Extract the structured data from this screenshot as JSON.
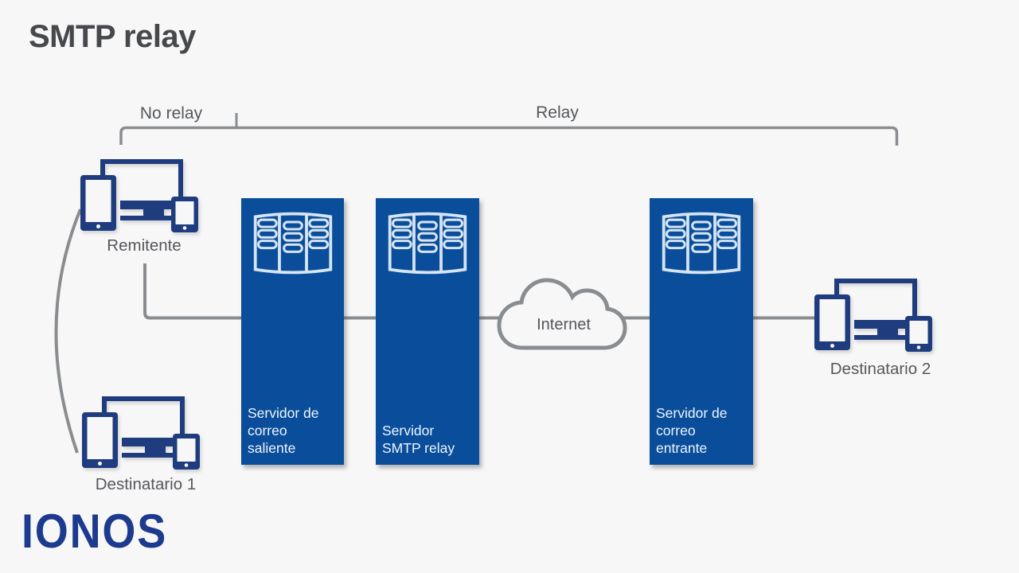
{
  "title": "SMTP relay",
  "brackets": {
    "no_relay": "No relay",
    "relay": "Relay"
  },
  "nodes": {
    "remitente": {
      "label": "Remitente"
    },
    "destinatario1": {
      "label": "Destinatario 1"
    },
    "destinatario2": {
      "label": "Destinatario 2"
    }
  },
  "servers": [
    {
      "label": "Servidor de\ncorreo\nsaliente"
    },
    {
      "label": "Servidor\nSMTP relay"
    },
    {
      "label": "Servidor de\ncorreo\nentrante"
    }
  ],
  "cloud": {
    "label": "Internet"
  },
  "logo": {
    "text": "IONOS"
  },
  "colors": {
    "background": "#f7f7f8",
    "panel_blue": "#0a4e9b",
    "device_navy": "#1e3c7e",
    "rack_stroke": "#d6e4f4",
    "line_gray": "#8a8d8f",
    "text_gray": "#55575a",
    "title_gray": "#47484b",
    "panel_text": "#eef5fc",
    "logo_blue": "#1c3a8e"
  }
}
